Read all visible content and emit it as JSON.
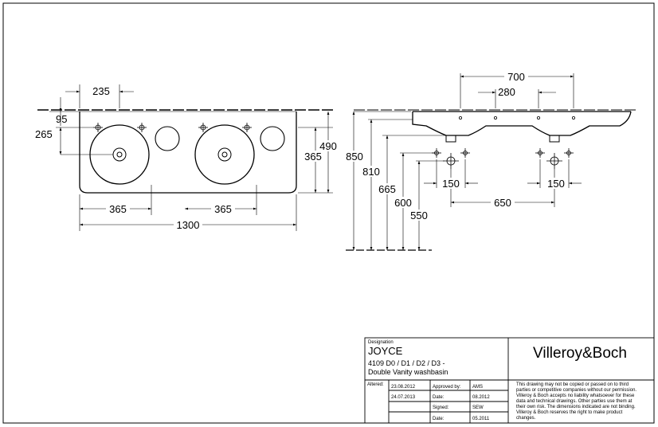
{
  "front_view": {
    "dim_235": "235",
    "dim_95": "95",
    "dim_265": "265",
    "dim_365_height": "365",
    "dim_490": "490",
    "dim_365_left": "365",
    "dim_365_right": "365",
    "dim_1300": "1300"
  },
  "side_view": {
    "dim_700": "700",
    "dim_280": "280",
    "dim_850": "850",
    "dim_810": "810",
    "dim_665": "665",
    "dim_600": "600",
    "dim_550": "550",
    "dim_150_left": "150",
    "dim_150_right": "150",
    "dim_650": "650"
  },
  "title_block": {
    "designation_label": "Designation",
    "product_name": "JOYCE",
    "product_code": "4109 D0 / D1 / D2 / D3 -",
    "product_desc": "Double Vanity washbasin",
    "brand": "Villeroy&Boch",
    "altered_label": "Altered:",
    "date_1": "23.08.2012",
    "date_2": "24.07.2013",
    "approved_label": "Approved by:",
    "approved_value": "AMS",
    "date_label_1": "Date:",
    "date_value_1": "08.2012",
    "signed_label": "Signed:",
    "signed_value": "SEW",
    "date_label_2": "Date:",
    "date_value_2": "05.2011",
    "disclaimer_1": "This drawing may not be copied or passed on to third",
    "disclaimer_2": "parties or competitive companies without our permission.",
    "disclaimer_3": "Villeroy & Boch accepts no liability whatsoever for these",
    "disclaimer_4": "data and technical drawings. Other parties use them at",
    "disclaimer_5": "their own risk. The dimensions indicated are not binding.",
    "disclaimer_6": "Villeroy & Boch reserves the right to make product",
    "disclaimer_7": "changes."
  }
}
